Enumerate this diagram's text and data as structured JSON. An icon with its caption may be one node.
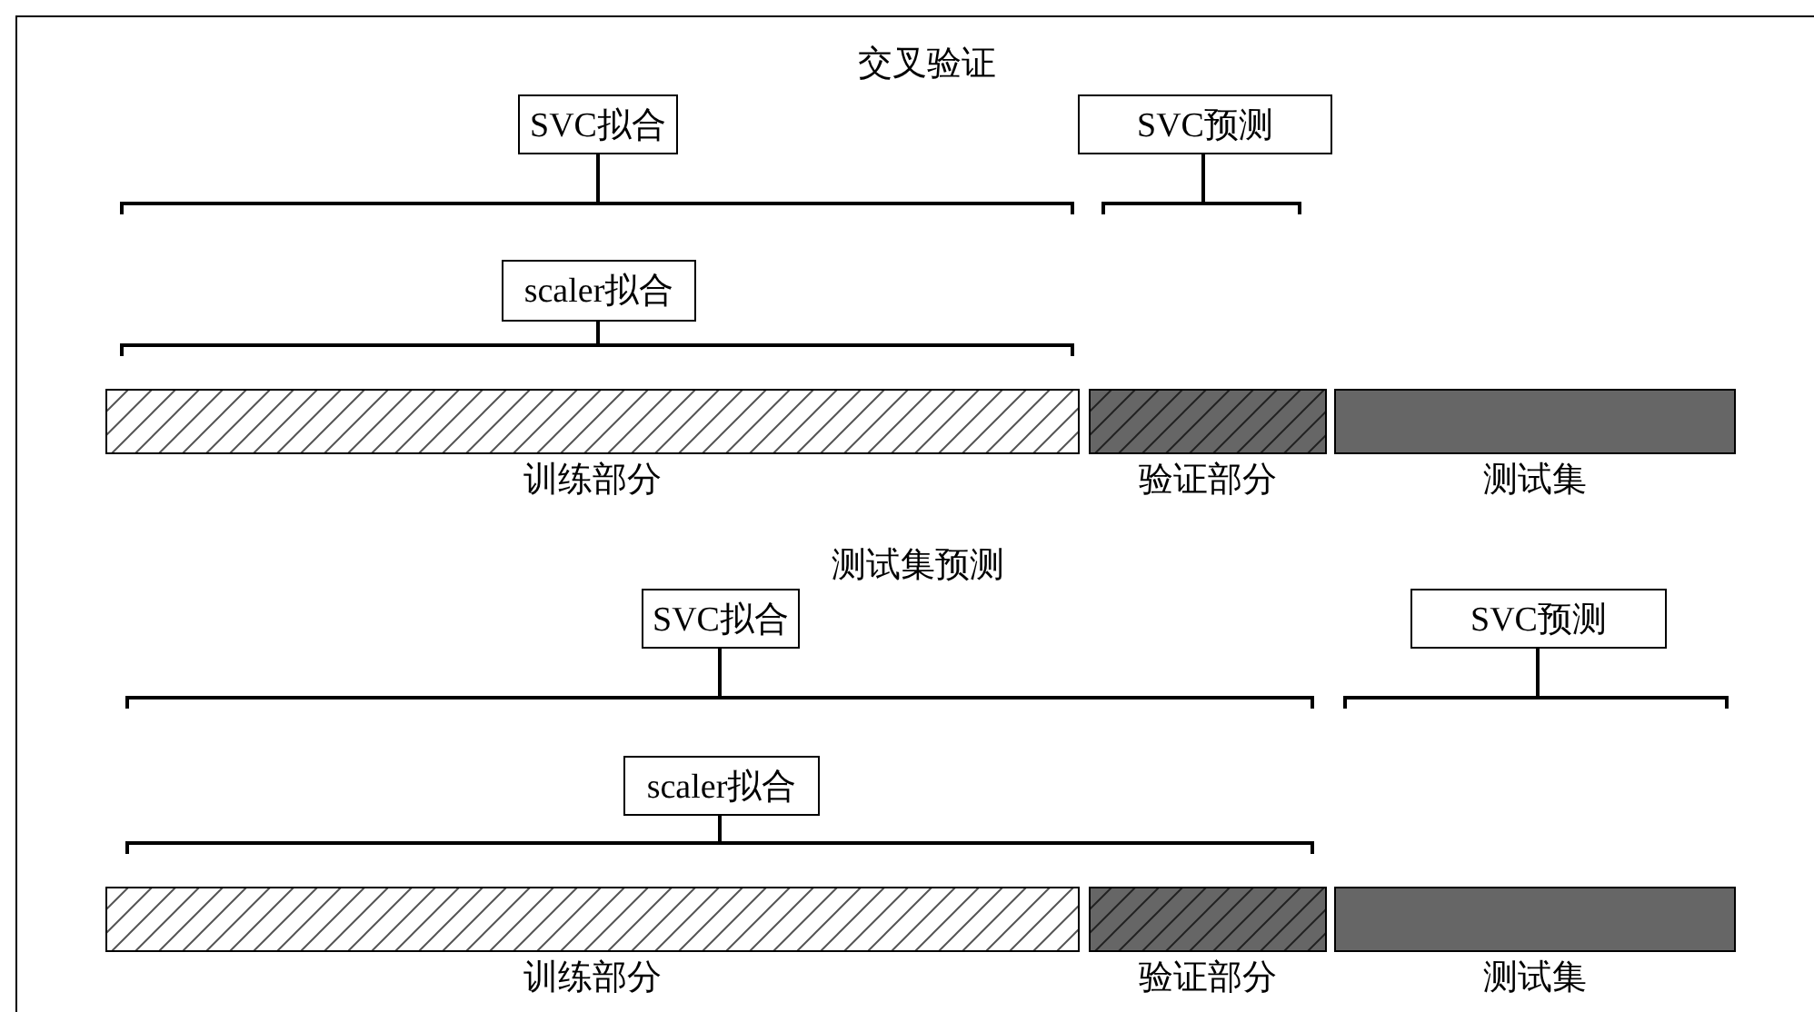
{
  "diagram": {
    "nodes": [
      {
        "text": [
          "SVC拟合"
        ]
      },
      {
        "text": [
          "SVC预测"
        ]
      },
      {
        "text": [
          "scaler拟合"
        ]
      },
      {
        "text": [
          "训练部分"
        ]
      },
      {
        "text": [
          "验证部分"
        ]
      },
      {
        "text": [
          "测试集"
        ]
      },
      {
        "text": [
          "SVC拟合"
        ]
      },
      {
        "text": [
          "SVC预测"
        ]
      },
      {
        "text": [
          "scaler拟合"
        ]
      },
      {
        "text": [
          "训练部分"
        ]
      },
      {
        "text": [
          "验证部分"
        ]
      },
      {
        "text": [
          "测试集"
        ]
      }
    ],
    "labels": [
      "交叉验证",
      "测试集预测"
    ]
  }
}
